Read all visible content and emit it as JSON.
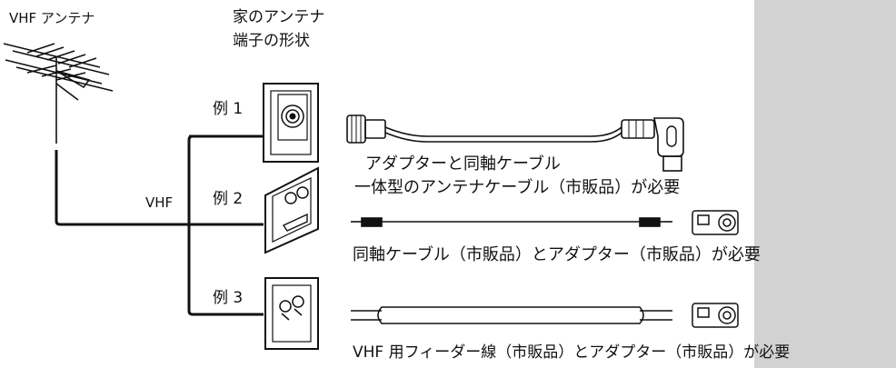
{
  "antenna_label": "VHF アンテナ",
  "terminal_heading": [
    "家のアンテナ",
    "端子の形状"
  ],
  "cable_label": "VHF",
  "examples": [
    {
      "label": "例 1"
    },
    {
      "label": "例 2"
    },
    {
      "label": "例 3"
    }
  ],
  "captions": {
    "ex1_line1": "アダプターと同軸ケーブル",
    "ex1_line2": "一体型のアンテナケーブル（市販品）が必要",
    "ex2": "同軸ケーブル（市販品）とアダプター（市販品）が必要",
    "ex3": "VHF 用フィーダー線（市販品）とアダプター（市販品）が必要"
  },
  "colors": {
    "panel": "#d2d2d2",
    "line": "#111111"
  }
}
